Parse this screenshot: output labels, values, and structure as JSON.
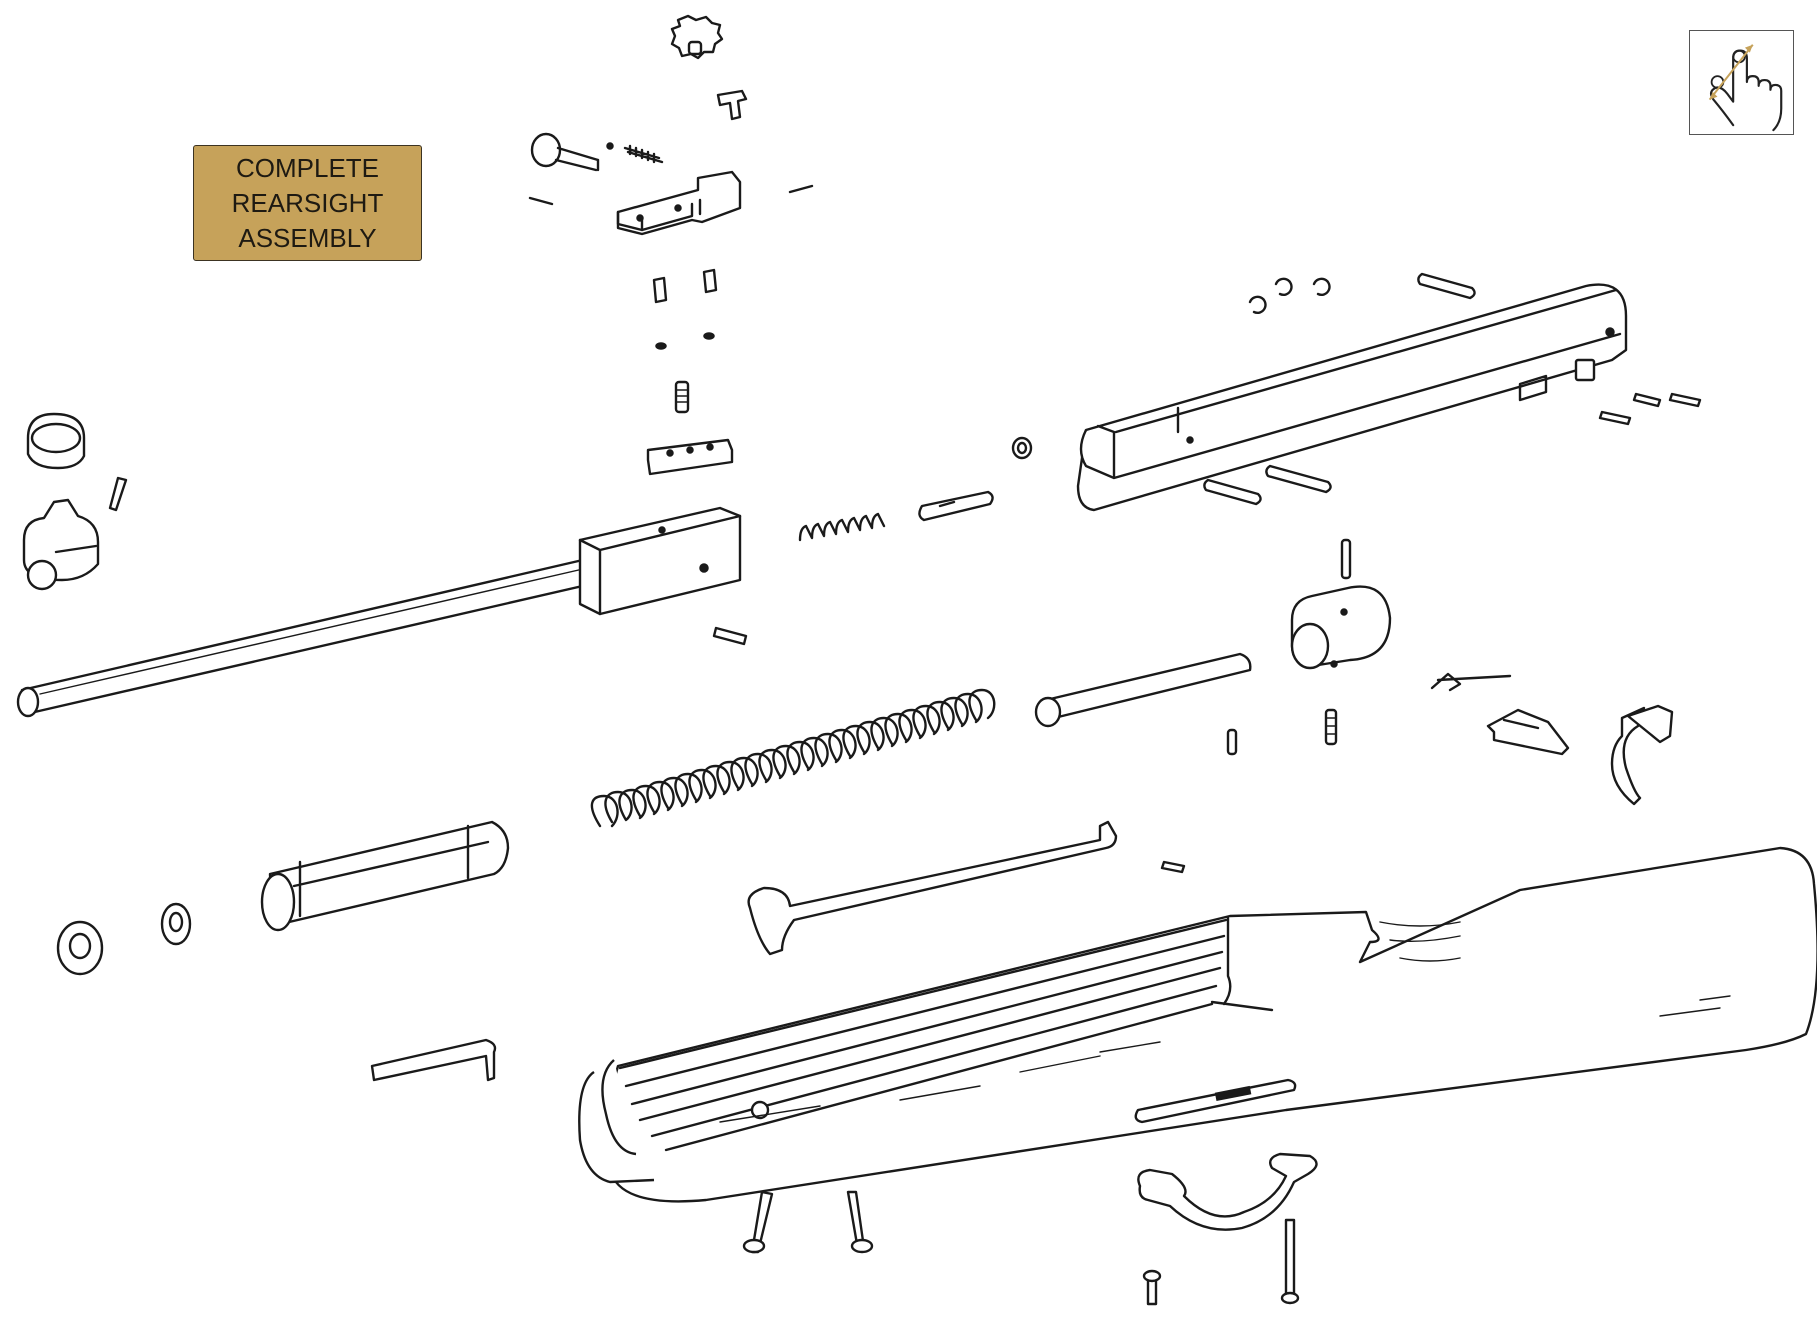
{
  "label": {
    "lines": [
      "COMPLETE",
      "REARSIGHT",
      "ASSEMBLY"
    ],
    "background": "#c6a25a",
    "text_color": "#1e1a12"
  },
  "icons": {
    "zoom_gesture": "pinch-zoom-icon"
  },
  "colors": {
    "line_art": "#1a1a1a",
    "background": "#ffffff"
  }
}
